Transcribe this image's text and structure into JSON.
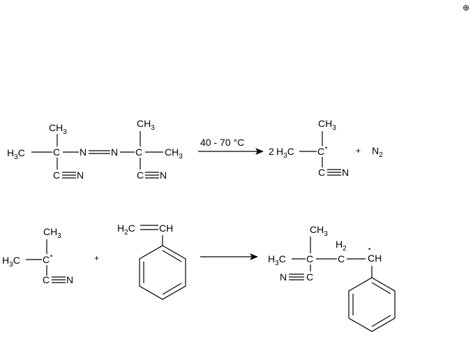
{
  "corner_symbol": "⊕",
  "reaction1": {
    "condition": "40 - 70 °C",
    "coefficient": "2",
    "plus": "+",
    "n2_main": "N",
    "n2_sub": "2"
  },
  "reaction2": {
    "plus": "+"
  },
  "labels": {
    "ch3_c": "CH",
    "ch3_sub": "3",
    "h3c_h": "H",
    "h3c_sub": "3",
    "h3c_c": "C",
    "c": "C",
    "n": "N",
    "dot": "•",
    "h2c_h": "H",
    "h2c_sub": "2",
    "h2c_c": "C",
    "ch": "CH",
    "h2": "H",
    "h2_sub": "2"
  }
}
